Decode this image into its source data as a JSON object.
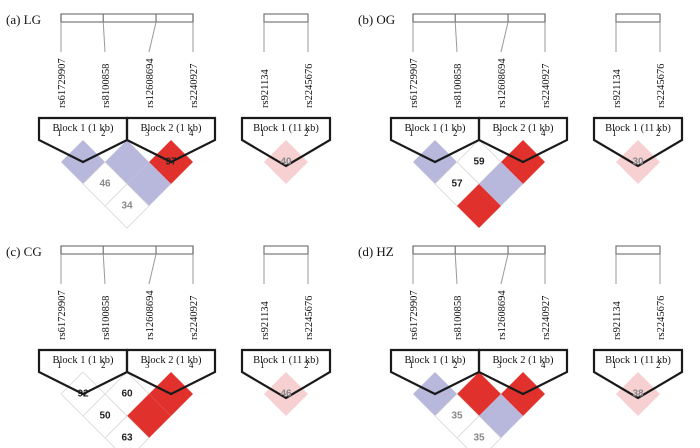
{
  "colors": {
    "red": "#e0312c",
    "lavender": "#b8b8dc",
    "pink": "#f7d0d2",
    "white": "#ffffff",
    "outline": "#1a1a1a",
    "text_dark": "#222222",
    "text_gray": "#888888",
    "text_on_red": "#111111"
  },
  "panels": [
    {
      "label": "(a) LG",
      "left": {
        "snps": [
          "rs61729907",
          "rs8100858",
          "rs12608694",
          "rs2240927"
        ],
        "blocks": [
          {
            "label": "Block 1 (1 kb)",
            "indices": [
              "1",
              "2"
            ]
          },
          {
            "label": "Block 2 (1 kb)",
            "indices": [
              "3",
              "4"
            ]
          }
        ],
        "cells": [
          {
            "pair": [
              1,
              2
            ],
            "fill": "lavender",
            "value": ""
          },
          {
            "pair": [
              2,
              3
            ],
            "fill": "lavender",
            "value": ""
          },
          {
            "pair": [
              3,
              4
            ],
            "fill": "red",
            "value": "97",
            "text": "dark"
          },
          {
            "pair": [
              1,
              3
            ],
            "fill": "white",
            "value": "46",
            "text": "gray"
          },
          {
            "pair": [
              2,
              4
            ],
            "fill": "lavender",
            "value": ""
          },
          {
            "pair": [
              1,
              4
            ],
            "fill": "white",
            "value": "34",
            "text": "gray"
          }
        ]
      },
      "right": {
        "snps": [
          "rs921134",
          "rs2245676"
        ],
        "block": {
          "label": "Block 1 (11 kb)",
          "indices": [
            "1",
            "2"
          ]
        },
        "cell": {
          "fill": "pink",
          "value": "40",
          "text": "gray"
        }
      }
    },
    {
      "label": "(b) OG",
      "left": {
        "snps": [
          "rs61729907",
          "rs8100858",
          "rs12608694",
          "rs2240927"
        ],
        "blocks": [
          {
            "label": "Block 1 (1 kb)",
            "indices": [
              "1",
              "2"
            ]
          },
          {
            "label": "Block 2 (1 kb)",
            "indices": [
              "3",
              "4"
            ]
          }
        ],
        "cells": [
          {
            "pair": [
              1,
              2
            ],
            "fill": "lavender",
            "value": ""
          },
          {
            "pair": [
              2,
              3
            ],
            "fill": "white",
            "value": "59",
            "text": "dark"
          },
          {
            "pair": [
              3,
              4
            ],
            "fill": "red",
            "value": ""
          },
          {
            "pair": [
              1,
              3
            ],
            "fill": "white",
            "value": "57",
            "text": "dark"
          },
          {
            "pair": [
              2,
              4
            ],
            "fill": "lavender",
            "value": ""
          },
          {
            "pair": [
              1,
              4
            ],
            "fill": "red",
            "value": ""
          }
        ]
      },
      "right": {
        "snps": [
          "rs921134",
          "rs2245676"
        ],
        "block": {
          "label": "Block 1 (11 kb)",
          "indices": [
            "1",
            "2"
          ]
        },
        "cell": {
          "fill": "pink",
          "value": "30",
          "text": "gray"
        }
      }
    },
    {
      "label": "(c) CG",
      "left": {
        "snps": [
          "rs61729907",
          "rs8100858",
          "rs12608694",
          "rs2240927"
        ],
        "blocks": [
          {
            "label": "Block 1 (1 kb)",
            "indices": [
              "1",
              "2"
            ]
          },
          {
            "label": "Block 2 (1 kb)",
            "indices": [
              "3",
              "4"
            ]
          }
        ],
        "cells": [
          {
            "pair": [
              1,
              2
            ],
            "fill": "white",
            "value": "92",
            "text": "dark"
          },
          {
            "pair": [
              2,
              3
            ],
            "fill": "white",
            "value": "60",
            "text": "dark"
          },
          {
            "pair": [
              3,
              4
            ],
            "fill": "red",
            "value": ""
          },
          {
            "pair": [
              1,
              3
            ],
            "fill": "white",
            "value": "50",
            "text": "dark"
          },
          {
            "pair": [
              2,
              4
            ],
            "fill": "red",
            "value": ""
          },
          {
            "pair": [
              1,
              4
            ],
            "fill": "white",
            "value": "63",
            "text": "dark"
          }
        ]
      },
      "right": {
        "snps": [
          "rs921134",
          "rs2245676"
        ],
        "block": {
          "label": "Block 1 (11 kb)",
          "indices": [
            "1",
            "2"
          ]
        },
        "cell": {
          "fill": "pink",
          "value": "46",
          "text": "gray"
        }
      }
    },
    {
      "label": "(d) HZ",
      "left": {
        "snps": [
          "rs61729907",
          "rs8100858",
          "rs12608694",
          "rs2240927"
        ],
        "blocks": [
          {
            "label": "Block 1 (1 kb)",
            "indices": [
              "1",
              "2"
            ]
          },
          {
            "label": "Block 2 (1 kb)",
            "indices": [
              "3",
              "4"
            ]
          }
        ],
        "cells": [
          {
            "pair": [
              1,
              2
            ],
            "fill": "lavender",
            "value": ""
          },
          {
            "pair": [
              2,
              3
            ],
            "fill": "red",
            "value": ""
          },
          {
            "pair": [
              3,
              4
            ],
            "fill": "red",
            "value": ""
          },
          {
            "pair": [
              1,
              3
            ],
            "fill": "white",
            "value": "35",
            "text": "gray"
          },
          {
            "pair": [
              2,
              4
            ],
            "fill": "lavender",
            "value": ""
          },
          {
            "pair": [
              1,
              4
            ],
            "fill": "white",
            "value": "35",
            "text": "gray"
          }
        ]
      },
      "right": {
        "snps": [
          "rs921134",
          "rs2245676"
        ],
        "block": {
          "label": "Block 1 (11 kb)",
          "indices": [
            "1",
            "2"
          ]
        },
        "cell": {
          "fill": "pink",
          "value": "38",
          "text": "gray"
        }
      }
    }
  ]
}
